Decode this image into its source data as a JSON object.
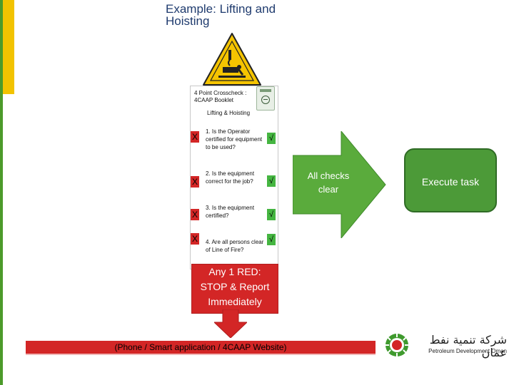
{
  "slide": {
    "title": "Example: Lifting and Hoisting"
  },
  "checklist": {
    "header": "4 Point Crosscheck : 4CAAP Booklet",
    "subtitle": "Lifting & Hoisting",
    "items": [
      {
        "fail_mark": "X",
        "question": "1. Is the Operator certified for equipment to be used?",
        "pass_mark": "√"
      },
      {
        "fail_mark": "X",
        "question": "2. Is the equipment correct for the job?",
        "pass_mark": "√"
      },
      {
        "fail_mark": "X",
        "question": "3. Is the equipment certified?",
        "pass_mark": "√"
      },
      {
        "fail_mark": "X",
        "question": "4. Are all persons clear of Line of Fire?",
        "pass_mark": "√"
      }
    ]
  },
  "stop": {
    "line1": "Any 1 RED:",
    "line2": "STOP & Report",
    "line3": "Immediately"
  },
  "report": {
    "text": "(Phone / Smart application / 4CAAP Website)"
  },
  "flow": {
    "all_clear": "All checks clear",
    "execute": "Execute task"
  },
  "logo": {
    "arabic": "شركة تنمية نفط عمان",
    "english": "Petroleum Development Oman"
  },
  "icons": {
    "warning": "lifting-hazard-warning-icon",
    "booklet": "4caap-booklet-icon",
    "logo": "pdo-logo-icon"
  },
  "colors": {
    "red": "#d32626",
    "green": "#45b541",
    "arrow_green": "#5aab3c",
    "title_blue": "#1f3b6e",
    "warning_yellow": "#f5c400"
  }
}
